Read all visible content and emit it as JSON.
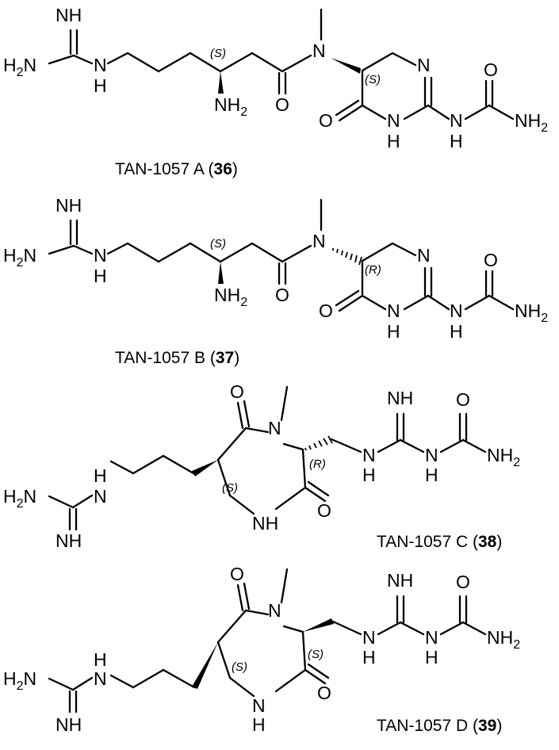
{
  "figure": {
    "compounds": [
      {
        "id": "tan-1057-a",
        "name": "TAN-1057 A",
        "number": "36",
        "stereo": [
          "(S)",
          "(S)"
        ]
      },
      {
        "id": "tan-1057-b",
        "name": "TAN-1057 B",
        "number": "37",
        "stereo": [
          "(S)",
          "(R)"
        ]
      },
      {
        "id": "tan-1057-c",
        "name": "TAN-1057 C",
        "number": "38",
        "stereo": [
          "(R)",
          "(S)"
        ]
      },
      {
        "id": "tan-1057-d",
        "name": "TAN-1057 D",
        "number": "39",
        "stereo": [
          "(S)",
          "(S)"
        ]
      }
    ],
    "atoms": {
      "nh": "NH",
      "h2n": "H",
      "h2n_n": "N",
      "n": "N",
      "h": "H",
      "o": "O",
      "nh2_n": "NH",
      "two": "2",
      "open_paren": "(",
      "close_paren": ")"
    }
  }
}
